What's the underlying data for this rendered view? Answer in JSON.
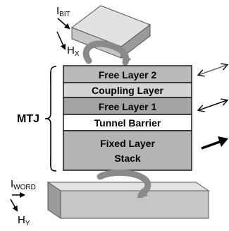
{
  "diagram": {
    "stack_group_label": "MTJ",
    "layers": [
      {
        "label": "Free Layer 2",
        "fill": "#b9b9b9"
      },
      {
        "label": "Coupling Layer",
        "fill": "#d4d4d4"
      },
      {
        "label": "Free Layer 1",
        "fill": "#a4a4a4"
      },
      {
        "label": "Tunnel Barrier",
        "fill": "#ffffff"
      },
      {
        "label": "Fixed Layer Stack",
        "fill": "#b4b4b4"
      }
    ],
    "bit_line": {
      "current_main": "I",
      "current_sub": "BIT",
      "field_main": "H",
      "field_sub": "X"
    },
    "word_line": {
      "current_main": "I",
      "current_sub": "WORD",
      "field_main": "H",
      "field_sub": "Y"
    },
    "magnetization_icons": [
      "bidirectional-arrow-icon",
      "bidirectional-arrow-icon",
      "fixed-arrow-icon"
    ],
    "colors": {
      "wire_top": "#e2e2e2",
      "wire_front": "#c6c6c6",
      "wire_side": "#9a9a9a",
      "loop_arrow": "#8a8a8a",
      "outline": "#1a1a1a"
    }
  }
}
